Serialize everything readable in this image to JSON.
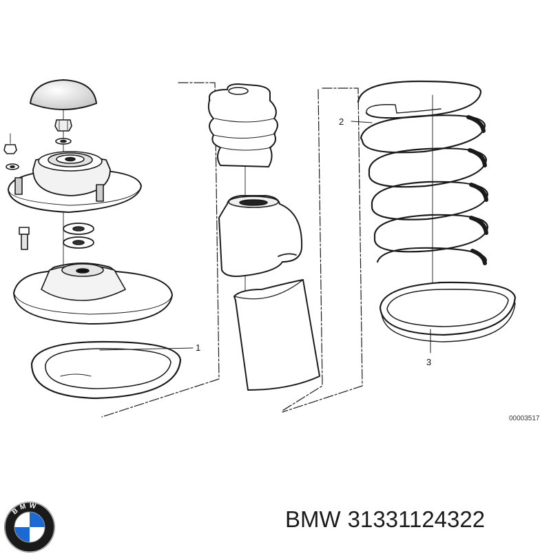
{
  "callouts": [
    {
      "number": "1"
    },
    {
      "number": "2"
    },
    {
      "number": "3"
    }
  ],
  "document_id": "00003517",
  "caption": {
    "brand": "BMW",
    "part_number": "31331124322"
  },
  "logo": {
    "icon": "bmw-roundel-icon",
    "lettering": "BMW",
    "colors": {
      "ring": "#1a1a1a",
      "blue": "#1c69d4",
      "white": "#ffffff"
    }
  }
}
